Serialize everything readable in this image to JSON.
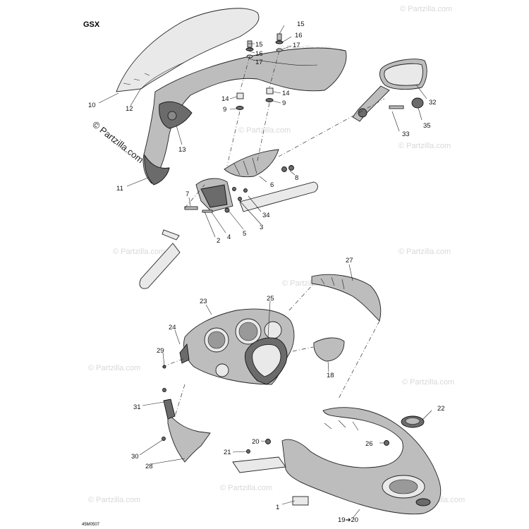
{
  "model": "GSX",
  "drawing_code": "45M0507",
  "copyright": "© Partzilla.com",
  "watermark": "© Partzilla.com",
  "callouts": {
    "c10": "10",
    "c12": "12",
    "c11": "11",
    "c13": "13",
    "c15a": "15",
    "c16a": "16",
    "c17a": "17",
    "c15b": "15",
    "c16b": "16",
    "c17b": "17",
    "c14a": "14",
    "c9a": "9",
    "c14b": "14",
    "c9b": "9",
    "c32": "32",
    "c33": "33",
    "c35": "35",
    "c8": "8",
    "c6": "6",
    "c7": "7",
    "c34": "34",
    "c3": "3",
    "c5": "5",
    "c4": "4",
    "c2": "2",
    "c27": "27",
    "c23": "23",
    "c25": "25",
    "c24": "24",
    "c29": "29",
    "c18": "18",
    "c22": "22",
    "c31": "31",
    "c26": "26",
    "c20": "20",
    "c21": "21",
    "c30": "30",
    "c28": "28",
    "c1": "1",
    "c19": "19➔20"
  }
}
